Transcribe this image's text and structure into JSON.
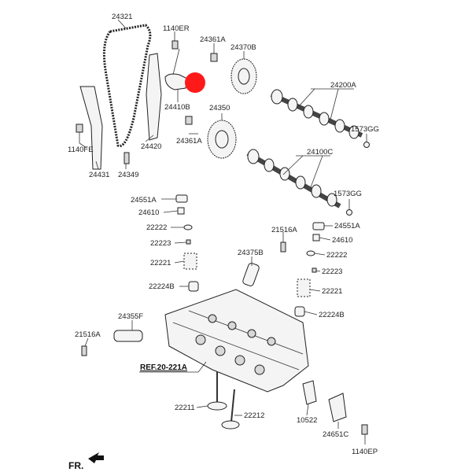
{
  "labels": {
    "l24321": "24321",
    "l1140ER": "1140ER",
    "l24361A_top": "24361A",
    "l24370B": "24370B",
    "l24410B": "24410B",
    "l24350": "24350",
    "l24200A": "24200A",
    "l1573GG_top": "1573GG",
    "l24361A_mid": "24361A",
    "l1140FE": "1140FE",
    "l24420": "24420",
    "l24431": "24431",
    "l24349": "24349",
    "l24100C": "24100C",
    "l1573GG_mid": "1573GG",
    "l24551A_left": "24551A",
    "l24610_left": "24610",
    "l22222_left": "22222",
    "l22223_left": "22223",
    "l22221_left": "22221",
    "l22224B_left": "22224B",
    "l21516A_top": "21516A",
    "l24551A_right": "24551A",
    "l24610_right": "24610",
    "l22222_right": "22222",
    "l24375B": "24375B",
    "l22223_right": "22223",
    "l22221_right": "22221",
    "l22224B_right": "22224B",
    "l24355F": "24355F",
    "l21516A_bot": "21516A",
    "l_ref": "REF.20-221A",
    "l22211": "22211",
    "l22212": "22212",
    "l10522": "10522",
    "l24651C": "24651C",
    "l1140EP": "1140EP",
    "l_fr": "FR."
  },
  "colors": {
    "highlight": "#ff1a1a",
    "line": "#333333"
  }
}
